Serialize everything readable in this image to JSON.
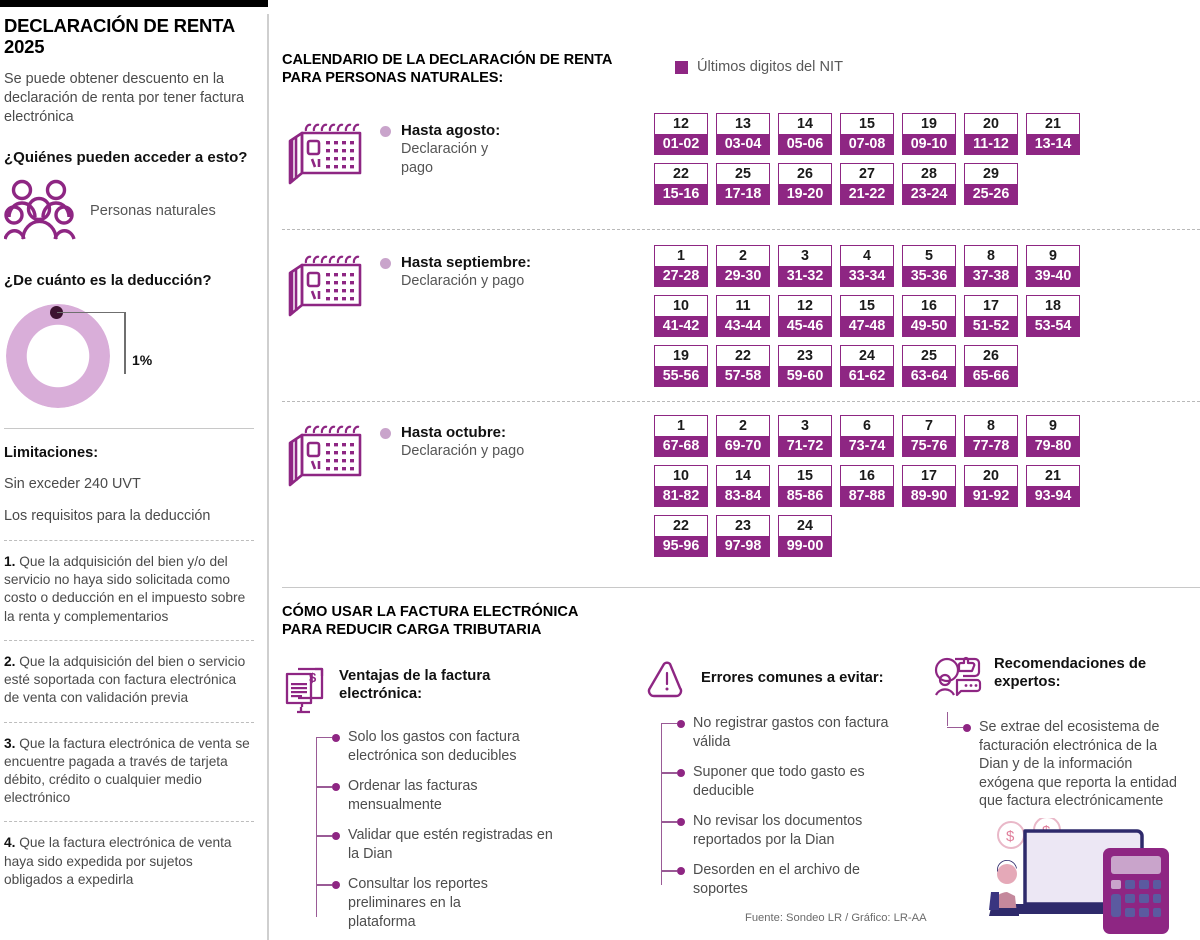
{
  "header": {
    "title": "DECLARACIÓN DE RENTA 2025",
    "intro": "Se puede obtener descuento en la declaración de renta por tener factura electrónica"
  },
  "left": {
    "question_who": "¿Quiénes pueden acceder a esto?",
    "people_label": "Personas naturales",
    "people_icon": "group-people-icon",
    "question_amount": "¿De cuánto es la deducción?",
    "deduction_value": "1%",
    "limitations_title": "Limitaciones:",
    "limitations": [
      "Sin exceder 240 UVT",
      "Los requisitos para la deducción"
    ],
    "requirements": [
      {
        "num": "1.",
        "text": "Que la adquisición del bien y/o del servicio no haya sido solicitada como costo o deducción en el impuesto sobre la renta y complementarios"
      },
      {
        "num": "2.",
        "text": "Que la adquisición del bien o servicio esté soportada con factura electrónica de venta con validación previa"
      },
      {
        "num": "3.",
        "text": "Que la factura electrónica de venta se encuentre pagada a través de tarjeta débito, crédito o cualquier medio electrónico"
      },
      {
        "num": "4.",
        "text": "Que la factura electrónica de venta haya sido expedida por sujetos obligados a expedirla"
      }
    ]
  },
  "calendar": {
    "title": "CALENDARIO DE LA DECLARACIÓN DE RENTA PARA PERSONAS NATURALES:",
    "legend_label": "Últimos digitos del NIT",
    "legend_color": "#8e2683",
    "months": [
      {
        "name": "Hasta agosto:",
        "sub": "Declaración y pago",
        "icon": "desk-calendar-icon",
        "rows": [
          [
            {
              "day": "12",
              "nit": "01-02"
            },
            {
              "day": "13",
              "nit": "03-04"
            },
            {
              "day": "14",
              "nit": "05-06"
            },
            {
              "day": "15",
              "nit": "07-08"
            },
            {
              "day": "19",
              "nit": "09-10"
            },
            {
              "day": "20",
              "nit": "11-12"
            },
            {
              "day": "21",
              "nit": "13-14"
            }
          ],
          [
            {
              "day": "22",
              "nit": "15-16"
            },
            {
              "day": "25",
              "nit": "17-18"
            },
            {
              "day": "26",
              "nit": "19-20"
            },
            {
              "day": "27",
              "nit": "21-22"
            },
            {
              "day": "28",
              "nit": "23-24"
            },
            {
              "day": "29",
              "nit": "25-26"
            }
          ]
        ]
      },
      {
        "name": "Hasta septiembre:",
        "sub": "Declaración y pago",
        "icon": "desk-calendar-icon",
        "rows": [
          [
            {
              "day": "1",
              "nit": "27-28"
            },
            {
              "day": "2",
              "nit": "29-30"
            },
            {
              "day": "3",
              "nit": "31-32"
            },
            {
              "day": "4",
              "nit": "33-34"
            },
            {
              "day": "5",
              "nit": "35-36"
            },
            {
              "day": "8",
              "nit": "37-38"
            },
            {
              "day": "9",
              "nit": "39-40"
            }
          ],
          [
            {
              "day": "10",
              "nit": "41-42"
            },
            {
              "day": "11",
              "nit": "43-44"
            },
            {
              "day": "12",
              "nit": "45-46"
            },
            {
              "day": "15",
              "nit": "47-48"
            },
            {
              "day": "16",
              "nit": "49-50"
            },
            {
              "day": "17",
              "nit": "51-52"
            },
            {
              "day": "18",
              "nit": "53-54"
            }
          ],
          [
            {
              "day": "19",
              "nit": "55-56"
            },
            {
              "day": "22",
              "nit": "57-58"
            },
            {
              "day": "23",
              "nit": "59-60"
            },
            {
              "day": "24",
              "nit": "61-62"
            },
            {
              "day": "25",
              "nit": "63-64"
            },
            {
              "day": "26",
              "nit": "65-66"
            }
          ]
        ]
      },
      {
        "name": "Hasta octubre:",
        "sub": "Declaración y pago",
        "icon": "desk-calendar-icon",
        "rows": [
          [
            {
              "day": "1",
              "nit": "67-68"
            },
            {
              "day": "2",
              "nit": "69-70"
            },
            {
              "day": "3",
              "nit": "71-72"
            },
            {
              "day": "6",
              "nit": "73-74"
            },
            {
              "day": "7",
              "nit": "75-76"
            },
            {
              "day": "8",
              "nit": "77-78"
            },
            {
              "day": "9",
              "nit": "79-80"
            }
          ],
          [
            {
              "day": "10",
              "nit": "81-82"
            },
            {
              "day": "14",
              "nit": "83-84"
            },
            {
              "day": "15",
              "nit": "85-86"
            },
            {
              "day": "16",
              "nit": "87-88"
            },
            {
              "day": "17",
              "nit": "89-90"
            },
            {
              "day": "20",
              "nit": "91-92"
            },
            {
              "day": "21",
              "nit": "93-94"
            }
          ],
          [
            {
              "day": "22",
              "nit": "95-96"
            },
            {
              "day": "23",
              "nit": "97-98"
            },
            {
              "day": "24",
              "nit": "99-00"
            }
          ]
        ]
      }
    ]
  },
  "bottom": {
    "title": "CÓMO USAR LA FACTURA ELECTRÓNICA PARA REDUCIR CARGA TRIBUTARIA",
    "columns": [
      {
        "icon": "invoice-monitor-icon",
        "title": "Ventajas de la factura electrónica:",
        "items": [
          "Solo los gastos con factura electrónica son deducibles",
          "Ordenar las facturas mensualmente",
          "Validar que estén registradas en la Dian",
          "Consultar los reportes preliminares en la plataforma"
        ]
      },
      {
        "icon": "warning-triangle-icon",
        "title": "Errores comunes a evitar:",
        "items": [
          "No registrar gastos con factura válida",
          "Suponer que todo gasto es deducible",
          "No revisar los documentos reportados por la Dian",
          "Desorden en el archivo de soportes"
        ]
      },
      {
        "icon": "expert-thumbsup-icon",
        "title": "Recomendaciones de expertos:",
        "items": [
          "Se extrae del ecosistema de facturación electrónica de la Dian y de la información exógena que reporta la entidad que factura electrónicamente"
        ]
      }
    ],
    "illustration": "laptop-calculator-coins-illustration"
  },
  "source": "Fuente: Sondeo LR / Gráfico: LR-AA",
  "colors": {
    "primary": "#8e2683",
    "light": "#d9aed9",
    "dark": "#3d1331"
  }
}
